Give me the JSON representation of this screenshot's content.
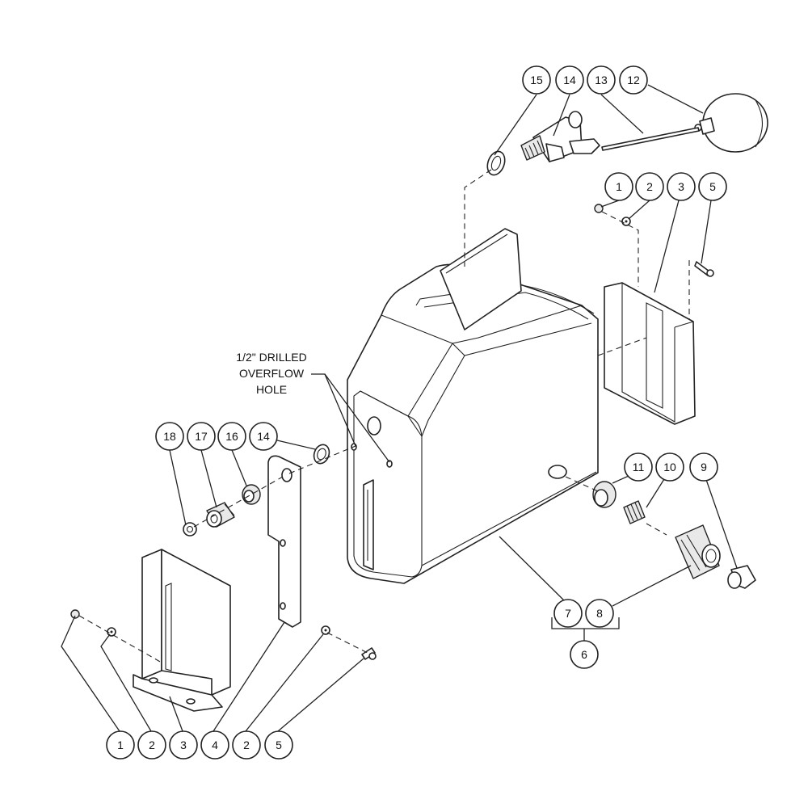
{
  "note": {
    "line1": "1/2\" DRILLED",
    "line2": "OVERFLOW",
    "line3": "HOLE"
  },
  "callouts": {
    "c15": "15",
    "c14top": "14",
    "c13": "13",
    "c12": "12",
    "c1r": "1",
    "c2r": "2",
    "c3r": "3",
    "c5r": "5",
    "c18": "18",
    "c17": "17",
    "c16": "16",
    "c14mid": "14",
    "c11": "11",
    "c10": "10",
    "c9": "9",
    "c7": "7",
    "c8": "8",
    "c6": "6",
    "b1": "1",
    "b2": "2",
    "b3": "3",
    "b4": "4",
    "b2b": "2",
    "b5": "5"
  }
}
